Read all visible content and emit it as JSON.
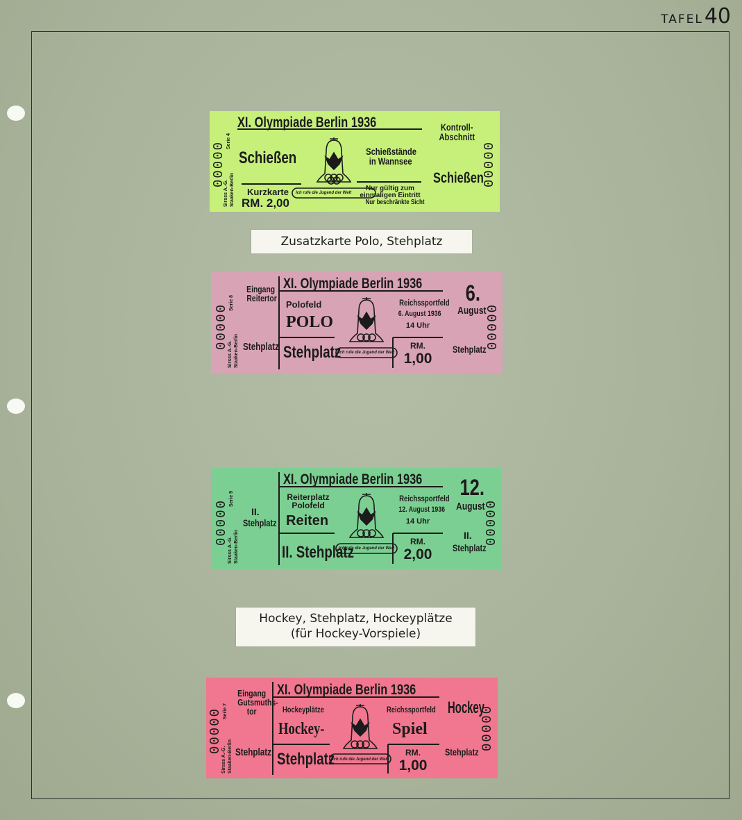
{
  "header": {
    "word": "TAFEL",
    "number": "40"
  },
  "captions": {
    "polo": "Zusatzkarte Polo, Stehplatz",
    "hockey_line1": "Hockey, Stehplatz, Hockeyplätze",
    "hockey_line2": "(für Hockey-Vorspiele)"
  },
  "colors": {
    "ticket_shooting": "#c6f07a",
    "ticket_polo": "#d9a3b6",
    "ticket_riding": "#7ccf92",
    "ticket_hockey": "#f0778f",
    "page": "#a9b49c"
  },
  "tickets": {
    "shooting": {
      "title": "XI. Olympiade Berlin 1936",
      "event": "Schießen",
      "venue1": "Schießstände",
      "venue2": "in Wannsee",
      "kind": "Kurzkarte",
      "price": "RM. 2,00",
      "note1": "Nur gültig zum",
      "note2": "einmaligen Eintritt",
      "note3": "Nur beschränkte Sicht",
      "stub1": "Kontroll-",
      "stub2": "Abschnitt",
      "stub_event": "Schießen",
      "serial": "00000",
      "series": "Serie 4",
      "printer1": "Sirsss A.-G.",
      "printer2": "Staaken-Berlin",
      "bell_motto": "Ich rufe die Jugend der Welt"
    },
    "polo": {
      "title": "XI. Olympiade Berlin 1936",
      "entrance1": "Eingang",
      "entrance2": "Reitertor",
      "left_place": "Stehplatz",
      "field": "Polofeld",
      "event": "POLO",
      "place": "Stehplatz",
      "venue": "Reichssportfeld",
      "date": "6. August 1936",
      "time": "14 Uhr",
      "rm": "RM.",
      "price": "1,00",
      "day": "6.",
      "month": "August",
      "stub_place": "Stehplatz",
      "serial": "00000",
      "series": "Serie 8",
      "printer1": "Sirsss A.-G.",
      "printer2": "Staaken-Berlin",
      "bell_motto": "Ich rufe die Jugend der Welt"
    },
    "riding": {
      "title": "XI. Olympiade Berlin 1936",
      "class": "II.",
      "left_place": "Stehplatz",
      "field1": "Reiterplatz",
      "field2": "Polofeld",
      "event": "Reiten",
      "place": "II. Stehplatz",
      "venue": "Reichssportfeld",
      "date": "12. August 1936",
      "time": "14 Uhr",
      "rm": "RM.",
      "price": "2,00",
      "day": "12.",
      "month": "August",
      "stub_class": "II.",
      "stub_place": "Stehplatz",
      "serial": "00000",
      "series": "Serie 9",
      "printer1": "Sirsss A.-G.",
      "printer2": "Staaken-Berlin",
      "bell_motto": "Ich rufe die Jugend der Welt"
    },
    "hockey": {
      "title": "XI. Olympiade Berlin 1936",
      "entrance1": "Eingang",
      "entrance2": "Gutsmuths-",
      "entrance3": "tor",
      "left_place": "Stehplatz",
      "field": "Hockeyplätze",
      "event_left": "Hockey-",
      "event_right": "Spiel",
      "venue": "Reichssportfeld",
      "place": "Stehplatz",
      "rm": "RM.",
      "price": "1,00",
      "stub_event": "Hockey",
      "stub_place": "Stehplatz",
      "serial": "00000",
      "series": "Serie 7",
      "printer1": "Sirsss A.-G.",
      "printer2": "Staaken-Berlin",
      "bell_motto": "Ich rufe die Jugend der Welt"
    }
  }
}
